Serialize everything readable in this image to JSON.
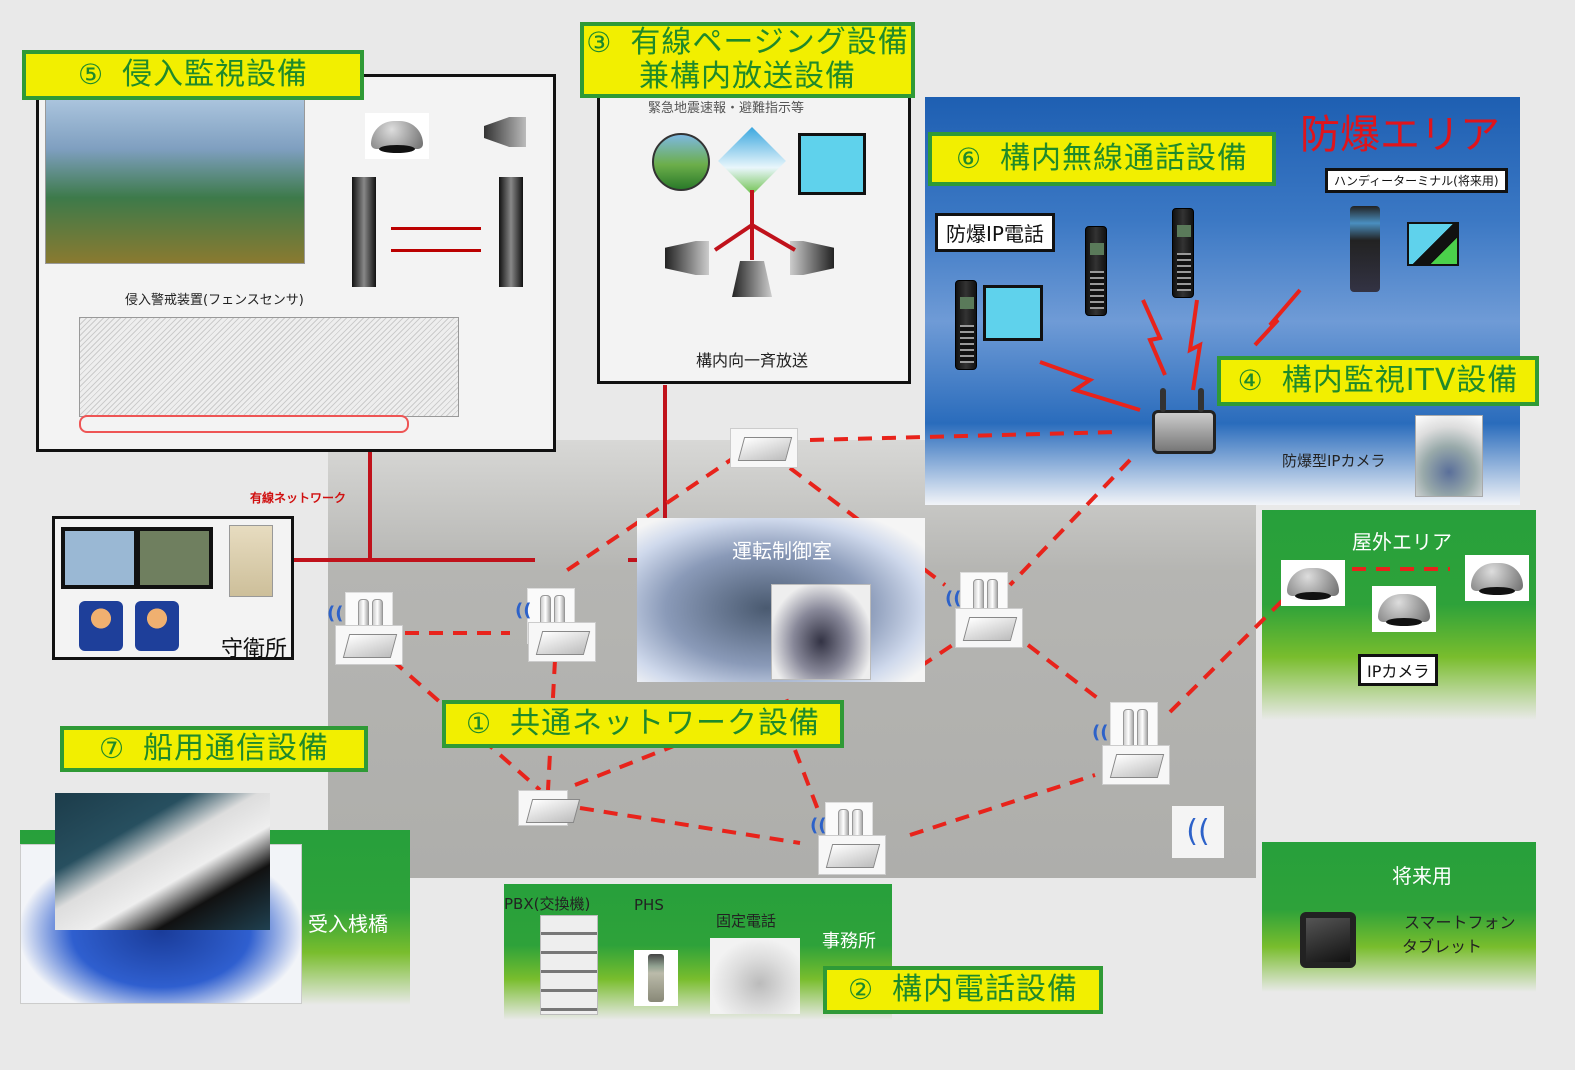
{
  "sections": {
    "s1": {
      "num": "①",
      "title": "共通ネットワーク設備"
    },
    "s2": {
      "num": "②",
      "title": "構内電話設備"
    },
    "s3": {
      "num": "③",
      "title_line1": "有線ページング設備",
      "title_line2": "兼構内放送設備"
    },
    "s4": {
      "num": "④",
      "title": "構内監視ITV設備"
    },
    "s5": {
      "num": "⑤",
      "title": "侵入監視設備"
    },
    "s6": {
      "num": "⑥",
      "title": "構内無線通話設備"
    },
    "s7": {
      "num": "⑦",
      "title": "船用通信設備"
    }
  },
  "intrusion_panel": {
    "fence_sensor_label": "侵入警戒装置(フェンスセンサ)"
  },
  "paging_panel": {
    "alert_caption": "緊急地震速報・避難指示等",
    "broadcast_label": "構内向一斉放送"
  },
  "explosion_area": {
    "title": "防爆エリア",
    "ip_phone_tag": "防爆IP電話",
    "handy_terminal_tag": "ハンディーターミナル(将来用)",
    "ip_camera_label": "防爆型IPカメラ"
  },
  "guard_house": {
    "label": "守衛所",
    "wired_network_label": "有線ネットワーク"
  },
  "control_room": {
    "label": "運転制御室"
  },
  "outdoor_area": {
    "title": "屋外エリア",
    "ip_camera_tag": "IPカメラ"
  },
  "future_area": {
    "title": "将来用",
    "device_line1": "スマートフォン",
    "device_line2": "タブレット"
  },
  "office_area": {
    "pbx_label": "PBX(交換機)",
    "phs_label": "PHS",
    "fixed_phone_label": "固定電話",
    "office_label": "事務所"
  },
  "pier_area": {
    "label": "受入桟橋"
  },
  "colors": {
    "label_bg": "#f2ef00",
    "label_border": "#2f9a36",
    "label_text": "#1f8a2a",
    "wired_line": "#c0121b",
    "wireless_link": "#e8231b",
    "explosion_title": "#e0141b"
  }
}
